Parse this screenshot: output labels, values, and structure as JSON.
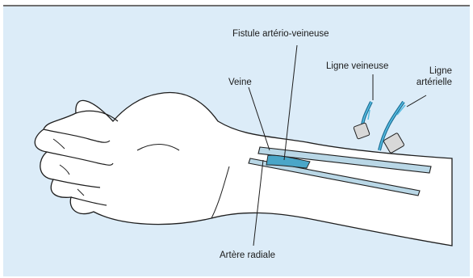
{
  "labels": {
    "fistula": "Fistule artério-veineuse",
    "vein": "Veine",
    "venous_line": "Ligne veineuse",
    "arterial_line_1": "Ligne",
    "arterial_line_2": "artérielle",
    "radial_artery": "Artère radiale"
  },
  "colors": {
    "background": "#dcecf8",
    "skin_fill": "#ffffff",
    "outline": "#1e1e1e",
    "vessel_fill": "#b9d7e6",
    "fistula_highlight": "#4aa6c8",
    "tube": "#1f6f95",
    "tube_light": "#55bde3",
    "connector": "#d8d8d8"
  }
}
